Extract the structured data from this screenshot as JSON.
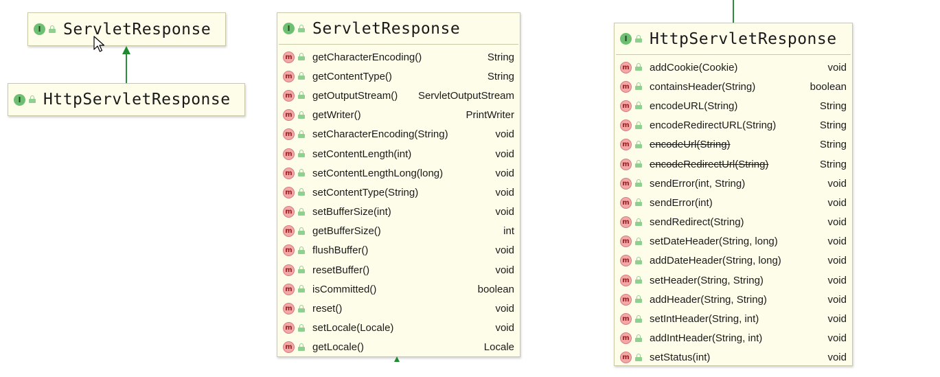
{
  "small_diagram": {
    "parent": {
      "icon": "interface-icon",
      "icon_letter": "I",
      "title": "ServletResponse"
    },
    "child": {
      "icon": "interface-icon",
      "icon_letter": "I",
      "title": "HttpServletResponse"
    }
  },
  "servlet_response": {
    "icon": "interface-icon",
    "icon_letter": "I",
    "title": "ServletResponse",
    "method_icon_letter": "m",
    "methods": [
      {
        "name": "getCharacterEncoding()",
        "type": "String"
      },
      {
        "name": "getContentType()",
        "type": "String"
      },
      {
        "name": "getOutputStream()",
        "type": "ServletOutputStream"
      },
      {
        "name": "getWriter()",
        "type": "PrintWriter"
      },
      {
        "name": "setCharacterEncoding(String)",
        "type": "void"
      },
      {
        "name": "setContentLength(int)",
        "type": "void"
      },
      {
        "name": "setContentLengthLong(long)",
        "type": "void"
      },
      {
        "name": "setContentType(String)",
        "type": "void"
      },
      {
        "name": "setBufferSize(int)",
        "type": "void"
      },
      {
        "name": "getBufferSize()",
        "type": "int"
      },
      {
        "name": "flushBuffer()",
        "type": "void"
      },
      {
        "name": "resetBuffer()",
        "type": "void"
      },
      {
        "name": "isCommitted()",
        "type": "boolean"
      },
      {
        "name": "reset()",
        "type": "void"
      },
      {
        "name": "setLocale(Locale)",
        "type": "void"
      },
      {
        "name": "getLocale()",
        "type": "Locale"
      }
    ]
  },
  "http_servlet_response": {
    "icon": "interface-icon",
    "icon_letter": "I",
    "title": "HttpServletResponse",
    "method_icon_letter": "m",
    "methods": [
      {
        "name": "addCookie(Cookie)",
        "type": "void",
        "deprecated": false
      },
      {
        "name": "containsHeader(String)",
        "type": "boolean",
        "deprecated": false
      },
      {
        "name": "encodeURL(String)",
        "type": "String",
        "deprecated": false
      },
      {
        "name": "encodeRedirectURL(String)",
        "type": "String",
        "deprecated": false
      },
      {
        "name": "encodeUrl(String)",
        "type": "String",
        "deprecated": true
      },
      {
        "name": "encodeRedirectUrl(String)",
        "type": "String",
        "deprecated": true
      },
      {
        "name": "sendError(int, String)",
        "type": "void",
        "deprecated": false
      },
      {
        "name": "sendError(int)",
        "type": "void",
        "deprecated": false
      },
      {
        "name": "sendRedirect(String)",
        "type": "void",
        "deprecated": false
      },
      {
        "name": "setDateHeader(String, long)",
        "type": "void",
        "deprecated": false
      },
      {
        "name": "addDateHeader(String, long)",
        "type": "void",
        "deprecated": false
      },
      {
        "name": "setHeader(String, String)",
        "type": "void",
        "deprecated": false
      },
      {
        "name": "addHeader(String, String)",
        "type": "void",
        "deprecated": false
      },
      {
        "name": "setIntHeader(String, int)",
        "type": "void",
        "deprecated": false
      },
      {
        "name": "addIntHeader(String, int)",
        "type": "void",
        "deprecated": false
      },
      {
        "name": "setStatus(int)",
        "type": "void",
        "deprecated": false
      }
    ]
  },
  "colors": {
    "node_bg": "#fefde9",
    "node_border": "#c9c9a8",
    "inheritance_arrow": "#1f8a2e",
    "interface_icon": "#6fbf73",
    "method_icon": "#f2a8a8"
  }
}
